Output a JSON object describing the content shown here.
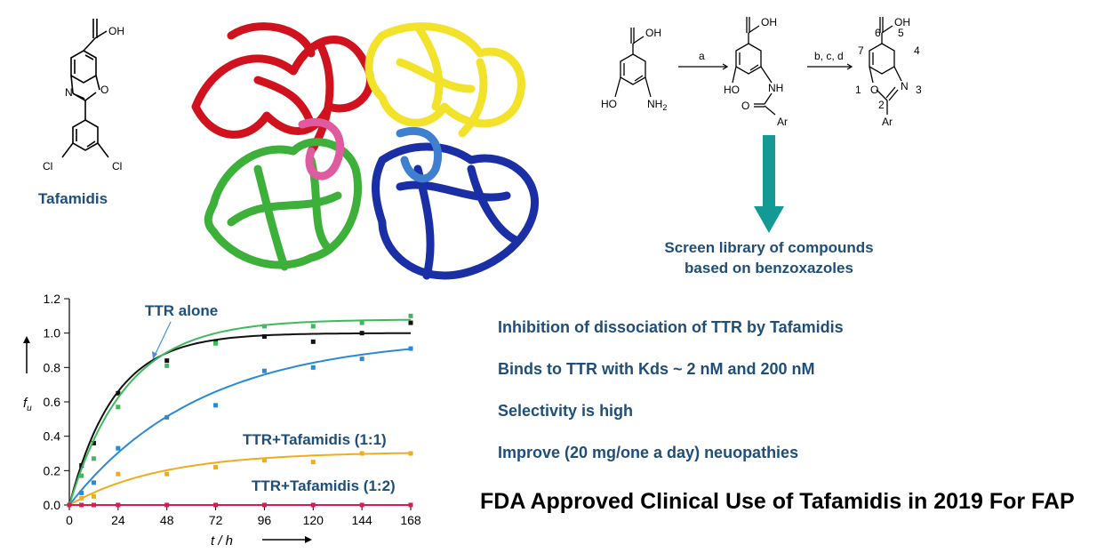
{
  "drug": {
    "name": "Tafamidis",
    "cooh": "OH",
    "cl_left": "Cl",
    "cl_right": "Cl",
    "n": "N",
    "o": "O"
  },
  "scheme": {
    "sm": {
      "oh": "OH",
      "ho": "HO",
      "nh2": "NH",
      "nh2_sub": "2"
    },
    "step1": "a",
    "mid": {
      "oh": "OH",
      "ho": "HO",
      "nh": "NH",
      "o": "O",
      "ar": "Ar"
    },
    "step2": "b, c, d",
    "prod": {
      "oh": "OH",
      "n": "N",
      "o": "O",
      "ar": "Ar",
      "pos1": "1",
      "pos2": "2",
      "pos3": "3",
      "pos4": "4",
      "pos5": "5",
      "pos6": "6",
      "pos7": "7"
    },
    "screen_line1": "Screen library of compounds",
    "screen_line2": "based on benzoxazoles",
    "arrow_color": "#139a94"
  },
  "bullets": [
    "Inhibition of dissociation of TTR by Tafamidis",
    "Binds to TTR with Kds ~ 2 nM and 200 nM",
    "Selectivity is high",
    "Improve (20 mg/one a day) neuopathies"
  ],
  "fda_title": "FDA Approved Clinical Use of Tafamidis in 2019 For FAP",
  "protein_image": {
    "chain_colors": [
      "#d0121e",
      "#f2e22a",
      "#3cb039",
      "#1a2fa5",
      "#e05aa0",
      "#3f7fd0"
    ]
  },
  "chart_data": {
    "type": "scatter",
    "xlabel": "t / h",
    "ylabel": "fu",
    "x_ticks": [
      0,
      24,
      48,
      72,
      96,
      120,
      144,
      168
    ],
    "y_ticks": [
      "0.0",
      "0.2",
      "0.4",
      "0.6",
      "0.8",
      "1.0",
      "1.2"
    ],
    "xlim": [
      0,
      168
    ],
    "ylim": [
      0,
      1.2
    ],
    "annotations": [
      "TTR alone",
      "TTR+Tafamidis (1:1)",
      "TTR+Tafamidis (1:2)"
    ],
    "series": [
      {
        "color": "#111111",
        "points": [
          [
            0,
            0
          ],
          [
            6,
            0.23
          ],
          [
            12,
            0.36
          ],
          [
            24,
            0.65
          ],
          [
            48,
            0.84
          ],
          [
            72,
            0.95
          ],
          [
            96,
            0.98
          ],
          [
            120,
            0.95
          ],
          [
            144,
            1.0
          ],
          [
            168,
            1.06
          ]
        ],
        "fit": {
          "a": 1.0,
          "k": 0.045
        }
      },
      {
        "color": "#3dba5e",
        "points": [
          [
            0,
            0
          ],
          [
            6,
            0.17
          ],
          [
            12,
            0.27
          ],
          [
            24,
            0.57
          ],
          [
            48,
            0.81
          ],
          [
            72,
            0.94
          ],
          [
            96,
            1.04
          ],
          [
            120,
            1.04
          ],
          [
            144,
            1.06
          ],
          [
            168,
            1.1
          ]
        ],
        "fit": {
          "a": 1.08,
          "k": 0.036
        }
      },
      {
        "color": "#2a8ad6",
        "points": [
          [
            0,
            0
          ],
          [
            6,
            0.07
          ],
          [
            12,
            0.13
          ],
          [
            24,
            0.33
          ],
          [
            48,
            0.51
          ],
          [
            72,
            0.58
          ],
          [
            96,
            0.78
          ],
          [
            120,
            0.8
          ],
          [
            144,
            0.85
          ],
          [
            168,
            0.91
          ]
        ],
        "fit": {
          "a": 0.98,
          "k": 0.0155
        }
      },
      {
        "color": "#f0ac1c",
        "points": [
          [
            0,
            0
          ],
          [
            6,
            0.04
          ],
          [
            12,
            0.05
          ],
          [
            24,
            0.18
          ],
          [
            48,
            0.18
          ],
          [
            72,
            0.22
          ],
          [
            96,
            0.26
          ],
          [
            120,
            0.25
          ],
          [
            144,
            0.3
          ],
          [
            168,
            0.3
          ]
        ],
        "fit": {
          "a": 0.31,
          "k": 0.022
        }
      },
      {
        "color": "#d81c4e",
        "points": [
          [
            0,
            0
          ],
          [
            6,
            0.0
          ],
          [
            12,
            0.0
          ],
          [
            24,
            0.0
          ],
          [
            48,
            0.0
          ],
          [
            72,
            0.0
          ],
          [
            96,
            0.0
          ],
          [
            120,
            0.0
          ],
          [
            144,
            0.0
          ],
          [
            168,
            0.0
          ]
        ],
        "fit": {
          "a": 0.0,
          "k": 0.02
        }
      }
    ]
  }
}
